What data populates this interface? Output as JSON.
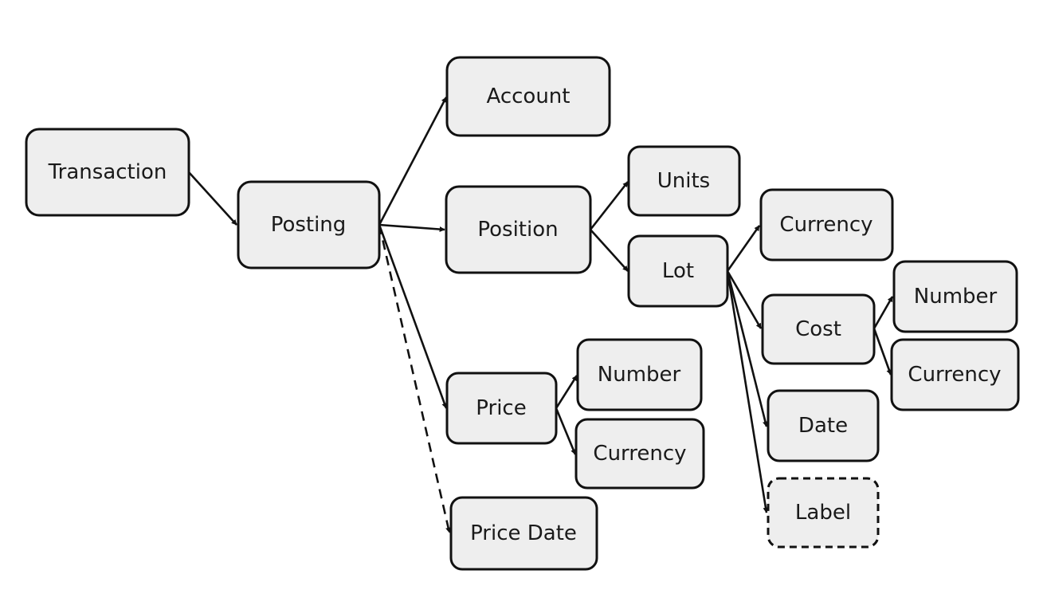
{
  "nodes": {
    "transaction": "Transaction",
    "posting": "Posting",
    "account": "Account",
    "position": "Position",
    "units": "Units",
    "lot": "Lot",
    "lot_currency": "Currency",
    "cost": "Cost",
    "cost_number": "Number",
    "cost_currency": "Currency",
    "date": "Date",
    "label": "Label",
    "price": "Price",
    "price_number": "Number",
    "price_currency": "Currency",
    "price_date": "Price Date"
  },
  "edges": [
    {
      "from": "transaction",
      "to": "posting",
      "style": "solid"
    },
    {
      "from": "posting",
      "to": "account",
      "style": "solid"
    },
    {
      "from": "posting",
      "to": "position",
      "style": "solid"
    },
    {
      "from": "posting",
      "to": "price",
      "style": "solid"
    },
    {
      "from": "posting",
      "to": "price_date",
      "style": "dashed"
    },
    {
      "from": "position",
      "to": "units",
      "style": "solid"
    },
    {
      "from": "position",
      "to": "lot",
      "style": "solid"
    },
    {
      "from": "lot",
      "to": "lot_currency",
      "style": "solid"
    },
    {
      "from": "lot",
      "to": "cost",
      "style": "solid"
    },
    {
      "from": "lot",
      "to": "date",
      "style": "solid"
    },
    {
      "from": "lot",
      "to": "label",
      "style": "solid"
    },
    {
      "from": "cost",
      "to": "cost_number",
      "style": "solid"
    },
    {
      "from": "cost",
      "to": "cost_currency",
      "style": "solid"
    },
    {
      "from": "price",
      "to": "price_number",
      "style": "solid"
    },
    {
      "from": "price",
      "to": "price_currency",
      "style": "solid"
    }
  ],
  "optional_nodes": [
    "label"
  ]
}
